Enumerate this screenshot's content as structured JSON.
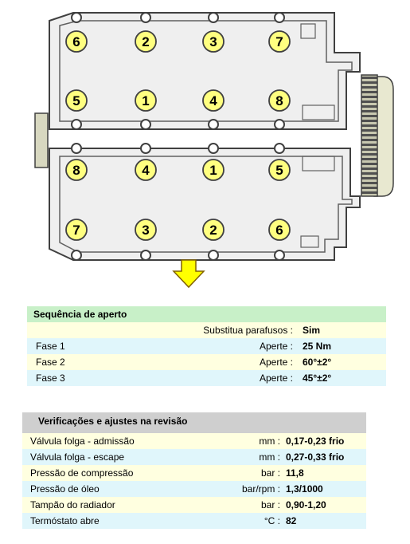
{
  "diagram": {
    "upper_head": {
      "top_row": [
        "6",
        "2",
        "3",
        "7"
      ],
      "bottom_row": [
        "5",
        "1",
        "4",
        "8"
      ]
    },
    "lower_head": {
      "top_row": [
        "8",
        "4",
        "1",
        "5"
      ],
      "bottom_row": [
        "7",
        "3",
        "2",
        "6"
      ]
    },
    "colors": {
      "bolt_fill": "#ffff80",
      "arrow_fill": "#ffff00",
      "outline": "#404040",
      "casting": "#e8e8e8"
    }
  },
  "torque_table": {
    "title": "Sequência de aperto",
    "rows": [
      {
        "label": "",
        "key": "Substitua parafusos :",
        "value": "Sim"
      },
      {
        "label": "Fase 1",
        "key": "Aperte :",
        "value": "25 Nm"
      },
      {
        "label": "Fase 2",
        "key": "Aperte :",
        "value": "60°±2°"
      },
      {
        "label": "Fase 3",
        "key": "Aperte :",
        "value": "45°±2°"
      }
    ]
  },
  "checks_table": {
    "title": "Verificações e ajustes na revisão",
    "rows": [
      {
        "label": "Válvula folga - admissão",
        "unit": "mm :",
        "value": "0,17-0,23 frio"
      },
      {
        "label": "Válvula folga - escape",
        "unit": "mm :",
        "value": "0,27-0,33 frio"
      },
      {
        "label": "Pressão de compressão",
        "unit": "bar :",
        "value": "11,8"
      },
      {
        "label": "Pressão de óleo",
        "unit": "bar/rpm :",
        "value": "1,3/1000"
      },
      {
        "label": "Tampão do radiador",
        "unit": "bar :",
        "value": "0,90-1,20"
      },
      {
        "label": "Termóstato abre",
        "unit": "°C :",
        "value": "82"
      }
    ]
  }
}
